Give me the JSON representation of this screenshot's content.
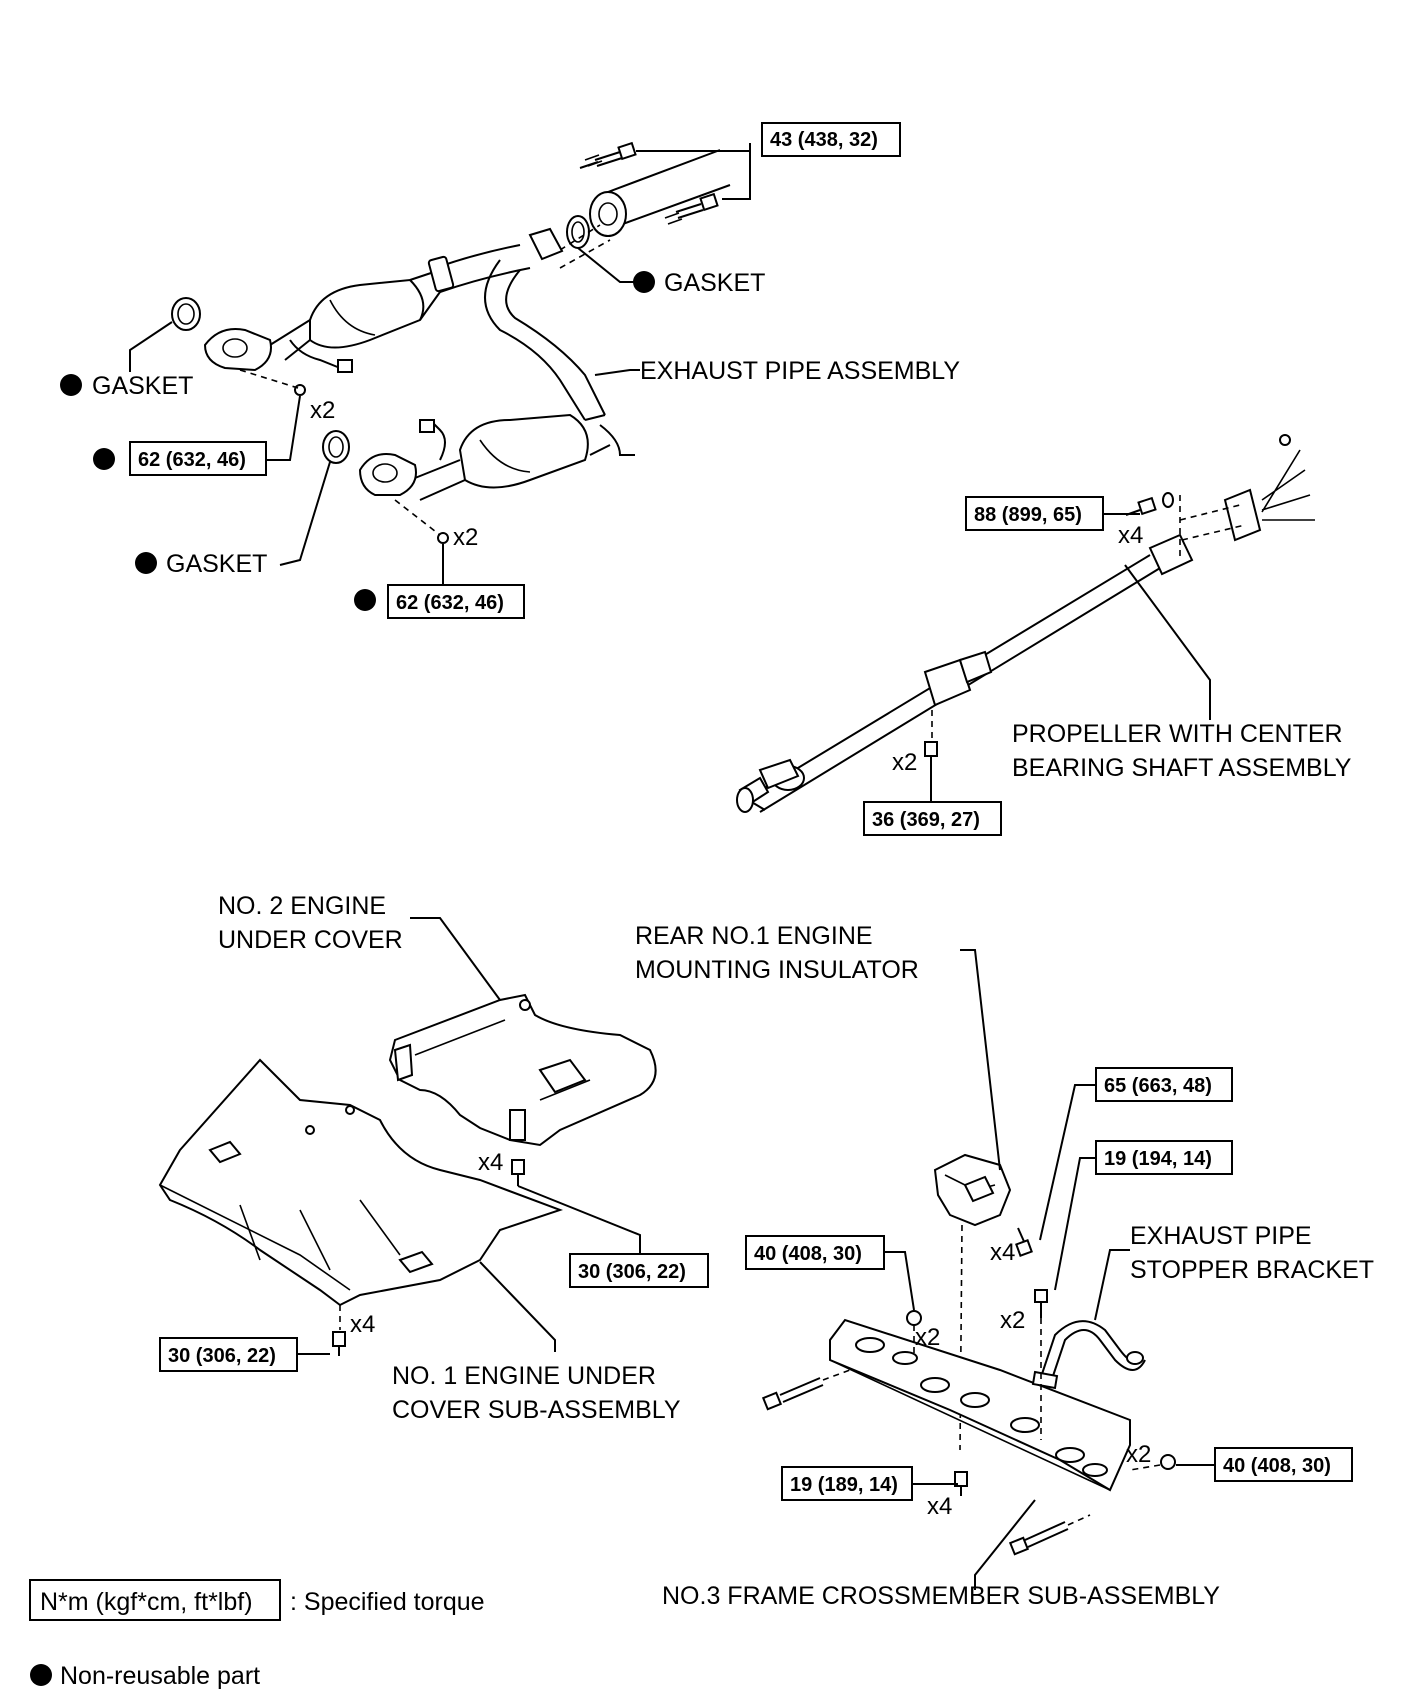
{
  "labels": {
    "gasket_top": "GASKET",
    "gasket_left": "GASKET",
    "gasket_mid": "GASKET",
    "exhaust_pipe_assembly": "EXHAUST PIPE ASSEMBLY",
    "propeller_line1": "PROPELLER WITH CENTER",
    "propeller_line2": "BEARING SHAFT ASSEMBLY",
    "no2_cover_line1": "NO. 2 ENGINE",
    "no2_cover_line2": "UNDER COVER",
    "insulator_line1": "REAR NO.1 ENGINE",
    "insulator_line2": "MOUNTING INSULATOR",
    "stopper_line1": "EXHAUST PIPE",
    "stopper_line2": "STOPPER BRACKET",
    "no1_cover_line1": "NO. 1 ENGINE UNDER",
    "no1_cover_line2": "COVER SUB-ASSEMBLY",
    "crossmember": "NO.3 FRAME CROSSMEMBER SUB-ASSEMBLY"
  },
  "torques": {
    "t43": "43 (438, 32)",
    "t62a": "62 (632, 46)",
    "t62b": "62 (632, 46)",
    "t88": "88 (899, 65)",
    "t36": "36 (369, 27)",
    "t65": "65 (663, 48)",
    "t19a": "19 (194, 14)",
    "t40a": "40 (408, 30)",
    "t30a": "30 (306, 22)",
    "t30b": "30 (306, 22)",
    "t19b": "19 (189, 14)",
    "t40b": "40 (408, 30)"
  },
  "multipliers": {
    "m1": "x2",
    "m2": "x2",
    "m3": "x4",
    "m4": "x2",
    "m5": "x4",
    "m6": "x4",
    "m7": "x2",
    "m8": "x2",
    "m9": "x4",
    "m10": "x4",
    "m11": "x2"
  },
  "legend": {
    "torque_box": "N*m (kgf*cm, ft*lbf)",
    "torque_text": ": Specified torque",
    "nonreusable_text": "Non-reusable part"
  }
}
